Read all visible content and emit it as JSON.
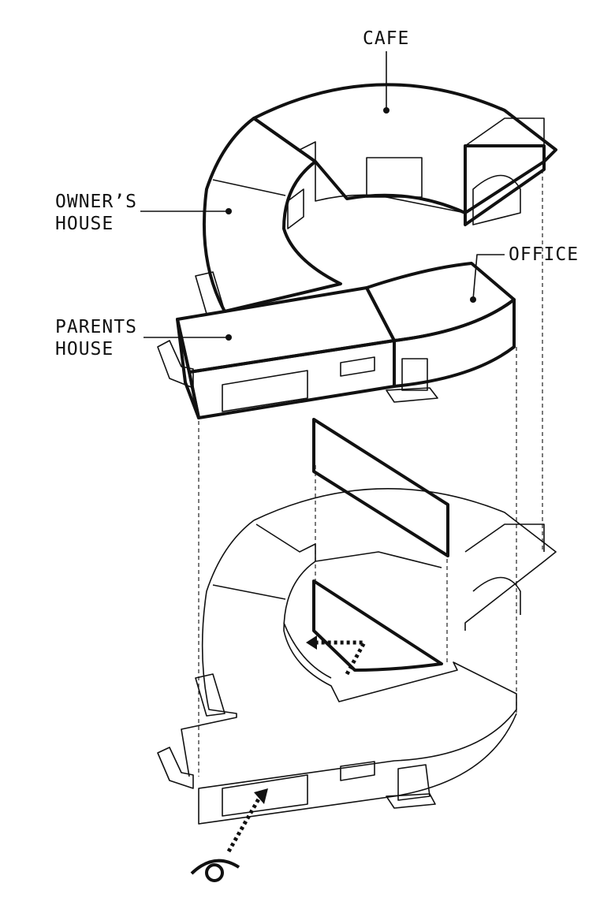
{
  "labels": {
    "cafe": "CAFE",
    "owners_house_line1": "OWNER’S",
    "owners_house_line2": "HOUSE",
    "office": "OFFICE",
    "parents_house_line1": "PARENTS",
    "parents_house_line2": "HOUSE"
  },
  "colors": {
    "cafe": "#d3d5e8",
    "owners_house": "#c3e9e2",
    "parents_house": "#ecbcc1",
    "office": "#ffffff",
    "panel": "#e2e0e2",
    "line": "#111111"
  },
  "icons": [
    "eye-icon",
    "dotted-arrow-icon"
  ]
}
